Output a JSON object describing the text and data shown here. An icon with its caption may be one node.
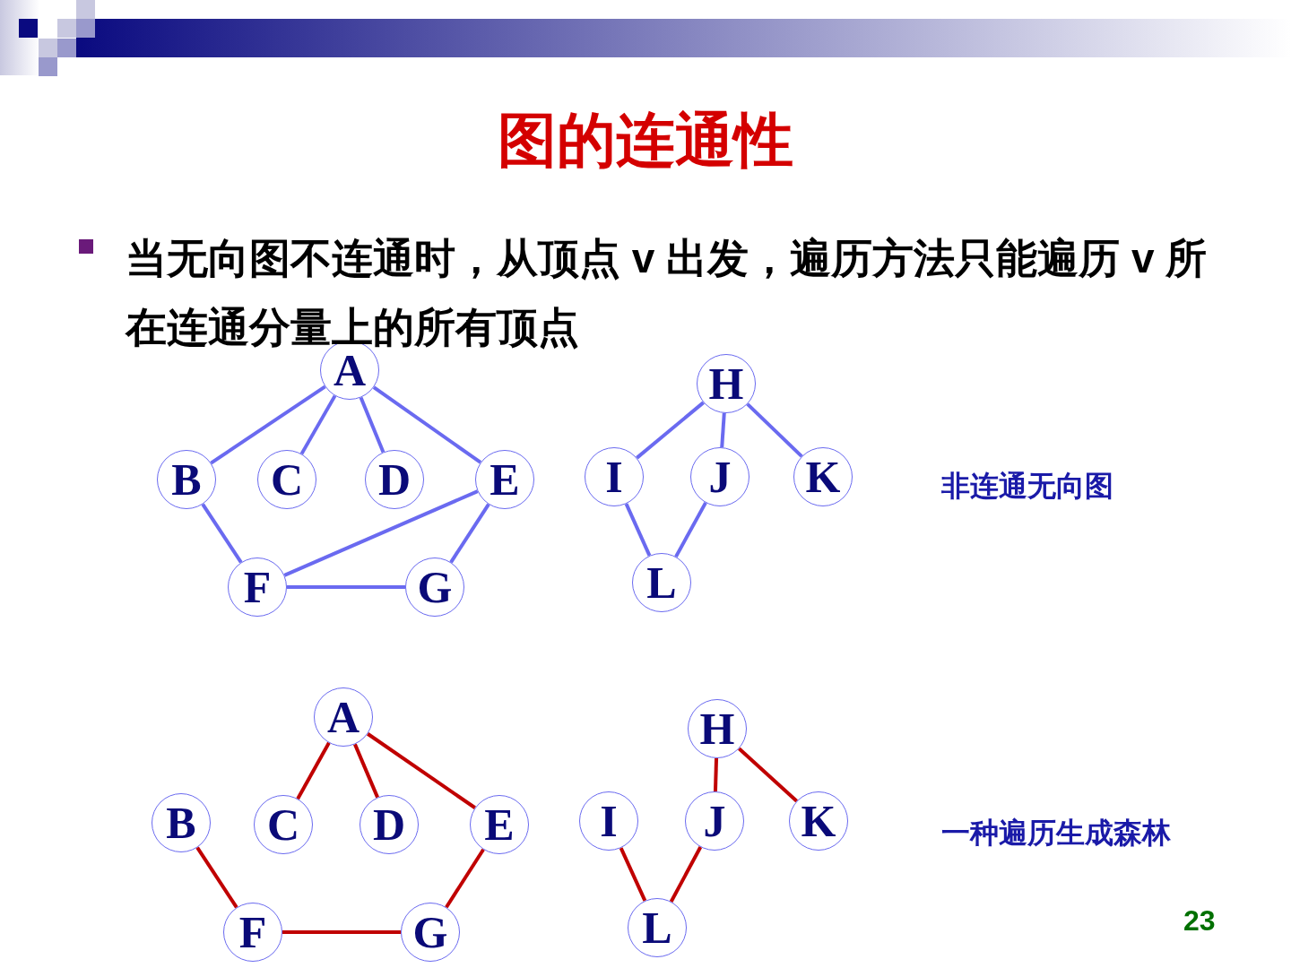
{
  "diagram": {
    "title": "图的连通性",
    "nodes": [
      {
        "text": [
          "A"
        ]
      },
      {
        "text": [
          "B"
        ]
      },
      {
        "text": [
          "C"
        ]
      },
      {
        "text": [
          "D"
        ]
      },
      {
        "text": [
          "E"
        ]
      },
      {
        "text": [
          "F"
        ]
      },
      {
        "text": [
          "G"
        ]
      },
      {
        "text": [
          "H"
        ]
      },
      {
        "text": [
          "I"
        ]
      },
      {
        "text": [
          "J"
        ]
      },
      {
        "text": [
          "K"
        ]
      },
      {
        "text": [
          "L"
        ]
      },
      {
        "text": [
          "A"
        ]
      },
      {
        "text": [
          "B"
        ]
      },
      {
        "text": [
          "C"
        ]
      },
      {
        "text": [
          "D"
        ]
      },
      {
        "text": [
          "E"
        ]
      },
      {
        "text": [
          "F"
        ]
      },
      {
        "text": [
          "G"
        ]
      },
      {
        "text": [
          "H"
        ]
      },
      {
        "text": [
          "I"
        ]
      },
      {
        "text": [
          "J"
        ]
      },
      {
        "text": [
          "K"
        ]
      },
      {
        "text": [
          "L"
        ]
      }
    ],
    "edges": [
      {
        "from": 0,
        "to": 1,
        "arrow": "none"
      },
      {
        "from": 0,
        "to": 2,
        "arrow": "none"
      },
      {
        "from": 0,
        "to": 3,
        "arrow": "none"
      },
      {
        "from": 0,
        "to": 4,
        "arrow": "none"
      },
      {
        "from": 1,
        "to": 5,
        "arrow": "none"
      },
      {
        "from": 4,
        "to": 5,
        "arrow": "none"
      },
      {
        "from": 4,
        "to": 6,
        "arrow": "none"
      },
      {
        "from": 5,
        "to": 6,
        "arrow": "none"
      },
      {
        "from": 7,
        "to": 8,
        "arrow": "none"
      },
      {
        "from": 7,
        "to": 9,
        "arrow": "none"
      },
      {
        "from": 7,
        "to": 10,
        "arrow": "none"
      },
      {
        "from": 8,
        "to": 11,
        "arrow": "none"
      },
      {
        "from": 9,
        "to": 11,
        "arrow": "none"
      },
      {
        "from": 12,
        "to": 14,
        "arrow": "none",
        "color": "#c00000"
      },
      {
        "from": 12,
        "to": 15,
        "arrow": "none",
        "color": "#c00000"
      },
      {
        "from": 12,
        "to": 16,
        "arrow": "none",
        "color": "#c00000"
      },
      {
        "from": 13,
        "to": 17,
        "arrow": "none",
        "color": "#c00000"
      },
      {
        "from": 16,
        "to": 18,
        "arrow": "none",
        "color": "#c00000"
      },
      {
        "from": 17,
        "to": 18,
        "arrow": "none",
        "color": "#c00000"
      },
      {
        "from": 19,
        "to": 21,
        "arrow": "none",
        "color": "#c00000"
      },
      {
        "from": 19,
        "to": 22,
        "arrow": "none",
        "color": "#c00000"
      },
      {
        "from": 20,
        "to": 23,
        "arrow": "none",
        "color": "#c00000"
      },
      {
        "from": 21,
        "to": 23,
        "arrow": "none",
        "color": "#c00000"
      }
    ],
    "labels": [
      "当无向图不连通时，从顶点 v 出发，遍历方法只能遍历 v 所在连通分量上的所有顶点",
      "非连通无向图",
      "一种遍历生成森林",
      "23"
    ]
  }
}
